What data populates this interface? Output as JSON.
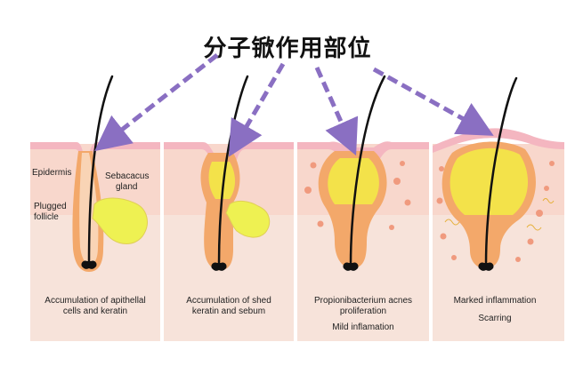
{
  "title": "分子锨作用部位",
  "colors": {
    "skin_surface": "#f4b6c0",
    "dermis_upper": "#f8d7cc",
    "dermis_lower": "#f7e3da",
    "follicle_wall": "#f3a86a",
    "plug_yellow": "#f3e24a",
    "sebaceous_gland": "#eef152",
    "inflammation_spot": "#f09a7e",
    "arrow": "#8a6fc2",
    "hair": "#111111"
  },
  "panels": [
    {
      "inline_labels": [
        "Epidermis",
        "Plugged",
        "follicle",
        "Sebacacus",
        "gland"
      ],
      "caption": [
        "Accumulation of apithellal",
        "cells and keratin"
      ]
    },
    {
      "inline_labels": [],
      "caption": [
        "Accumulation of shed",
        "keratin and sebum"
      ]
    },
    {
      "inline_labels": [],
      "caption": [
        "Propionibacterium acnes",
        "proliferation",
        "Mild inflamation"
      ]
    },
    {
      "inline_labels": [],
      "caption": [
        "Marked inflammation",
        "Scarring"
      ]
    }
  ]
}
